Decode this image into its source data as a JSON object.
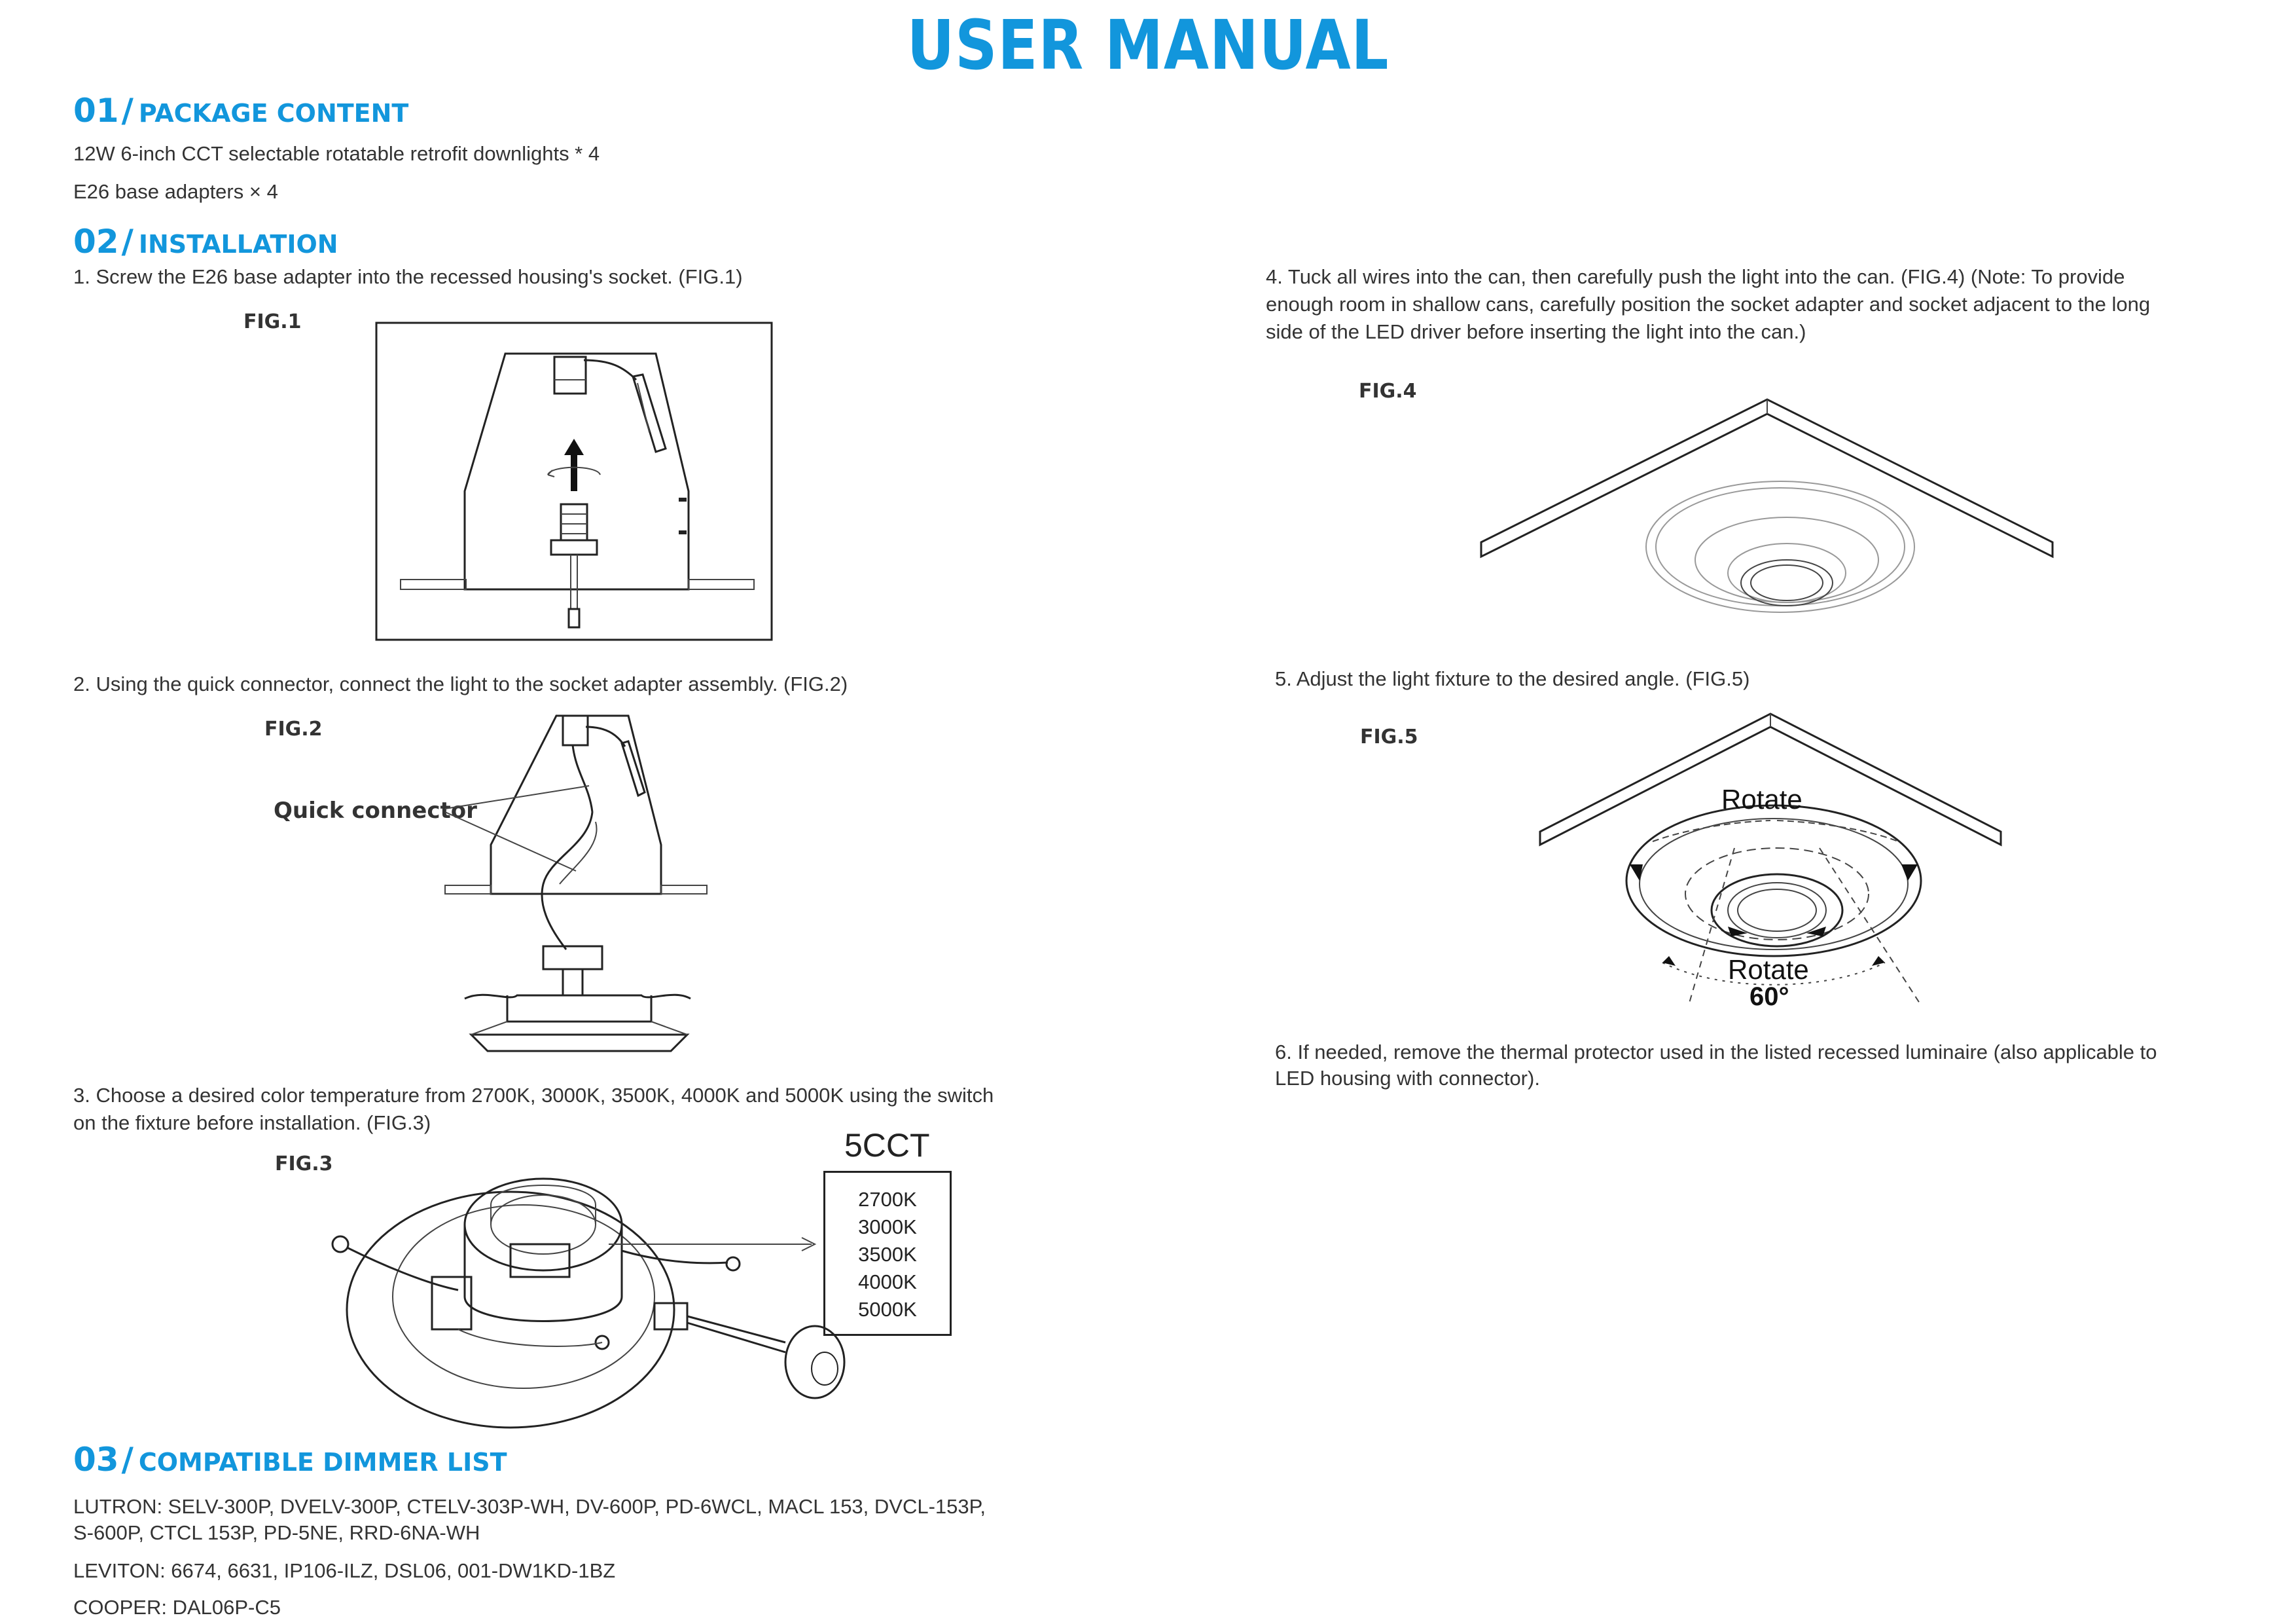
{
  "title": "USER MANUAL",
  "sections": {
    "package": {
      "num": "01",
      "slash": "/",
      "label": "PACKAGE CONTENT",
      "items": [
        "12W 6-inch CCT selectable rotatable retrofit downlights * 4",
        "E26 base adapters × 4"
      ]
    },
    "installation": {
      "num": "02",
      "slash": "/",
      "label": "INSTALLATION"
    },
    "dimmers": {
      "num": "03",
      "slash": "/",
      "label": "COMPATIBLE DIMMER LIST",
      "lutron_line1": "LUTRON: SELV-300P, DVELV-300P, CTELV-303P-WH, DV-600P, PD-6WCL, MACL 153, DVCL-153P,",
      "lutron_line2": "S-600P, CTCL 153P, PD-5NE, RRD-6NA-WH",
      "leviton": "LEVITON: 6674, 6631, IP106-ILZ, DSL06, 001-DW1KD-1BZ",
      "cooper": "COOPER: DAL06P-C5"
    }
  },
  "steps": {
    "s1": "1. Screw the E26 base adapter into the recessed housing's socket. (FIG.1)",
    "s2": "2. Using the quick connector, connect the light to the socket adapter assembly. (FIG.2)",
    "s3_line1": "3. Choose a desired color temperature from 2700K, 3000K, 3500K, 4000K and 5000K using the switch",
    "s3_line2": "on the fixture before installation. (FIG.3)",
    "s4_line1": "4. Tuck all wires into the can, then carefully push the light into the can. (FIG.4)  (Note: To provide",
    "s4_line2": "enough room in shallow cans, carefully position the socket adapter and socket adjacent to the long",
    "s4_line3": "side of the LED driver before inserting the light into the can.)",
    "s5": "5. Adjust the light fixture to the desired angle. (FIG.5)",
    "s6_line1": "6. If needed, remove the thermal protector used in the listed recessed luminaire (also applicable to",
    "s6_line2": "LED housing with connector)."
  },
  "figures": {
    "fig1": "FIG.1",
    "fig2": "FIG.2",
    "fig3": "FIG.3",
    "fig4": "FIG.4",
    "fig5": "FIG.5",
    "quick_connector": "Quick connector",
    "cct_title": "5CCT",
    "cct_options": [
      "2700K",
      "3000K",
      "3500K",
      "4000K",
      "5000K"
    ],
    "rotate_top": "Rotate",
    "rotate_bottom": "Rotate",
    "angle": "60°"
  },
  "colors": {
    "accent": "#1296dc",
    "text": "#333333",
    "line": "#222222"
  }
}
